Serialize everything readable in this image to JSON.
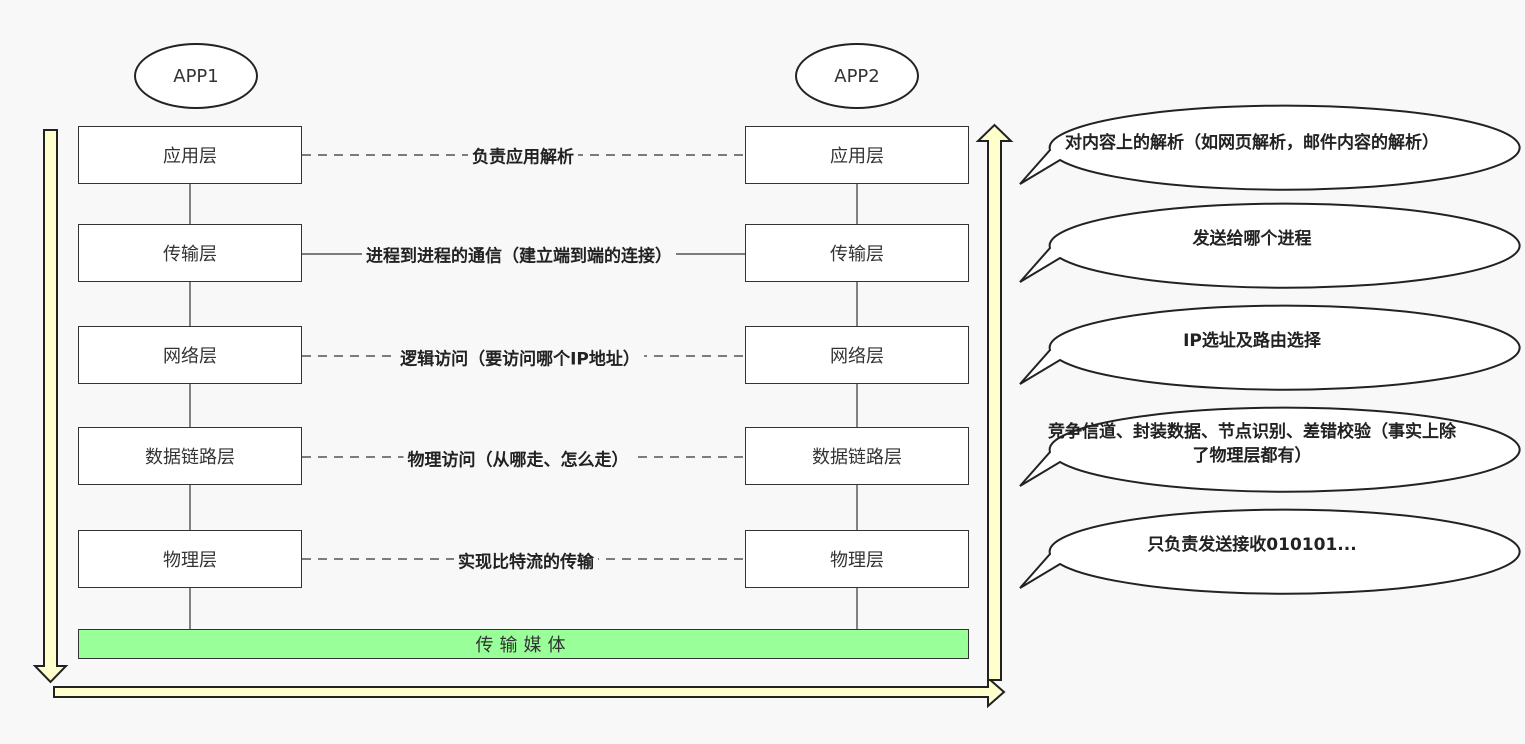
{
  "apps": {
    "left": "APP1",
    "right": "APP2"
  },
  "layers": [
    "应用层",
    "传输层",
    "网络层",
    "数据链路层",
    "物理层"
  ],
  "links": [
    {
      "label": "负责应用解析",
      "style": "dashed"
    },
    {
      "label": "进程到进程的通信（建立端到端的连接）",
      "style": "solid"
    },
    {
      "label": "逻辑访问（要访问哪个IP地址）",
      "style": "dashed"
    },
    {
      "label": "物理访问（从哪走、怎么走）",
      "style": "dashed"
    },
    {
      "label": "实现比特流的传输",
      "style": "dashed"
    }
  ],
  "medium": "传输媒体",
  "callouts": [
    "对内容上的解析（如网页解析，邮件内容的解析）",
    "发送给哪个进程",
    "IP选址及路由选择",
    "竞争信道、封装数据、节点识别、差错校验（事实上除了物理层都有）",
    "只负责发送接收010101..."
  ],
  "colors": {
    "medium_fill": "#99ff99",
    "arrow_fill": "#ffffcc",
    "background": "#f8f8f8"
  }
}
